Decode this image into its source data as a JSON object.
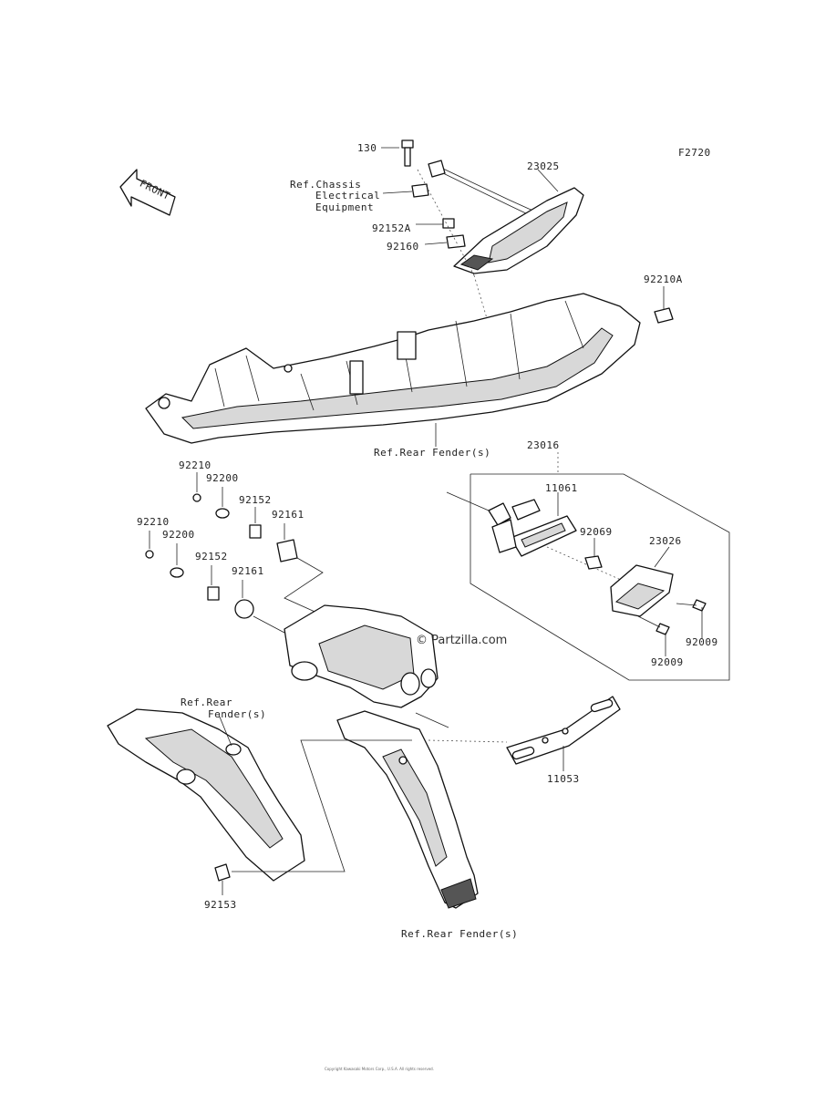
{
  "figure_code": "F2720",
  "front_arrow_label": "FRONT",
  "watermark": "© Partzilla.com",
  "labels": {
    "p130": "130",
    "p23025_top": "23025",
    "ref_chassis_1": "Ref.Chassis",
    "ref_chassis_2": "Electrical",
    "ref_chassis_3": "Equipment",
    "p92152A": "92152A",
    "p92160": "92160",
    "p92210A": "92210A",
    "ref_rear_fender_top": "Ref.Rear Fender(s)",
    "p23016": "23016",
    "p11061": "11061",
    "p92069": "92069",
    "p23026": "23026",
    "p92009a": "92009",
    "p92009b": "92009",
    "p92210a": "92210",
    "p92200a": "92200",
    "p92152a": "92152",
    "p92161a": "92161",
    "p92210b": "92210",
    "p92200b": "92200",
    "p92152b": "92152",
    "p92161b": "92161",
    "ref_rear_fender_left_1": "Ref.Rear",
    "ref_rear_fender_left_2": "Fender(s)",
    "p11053": "11053",
    "p92153": "92153",
    "ref_rear_fender_bottom": "Ref.Rear Fender(s)"
  },
  "footer_text": "Copyright Kawasaki Motors Corp., U.S.A. All rights reserved."
}
